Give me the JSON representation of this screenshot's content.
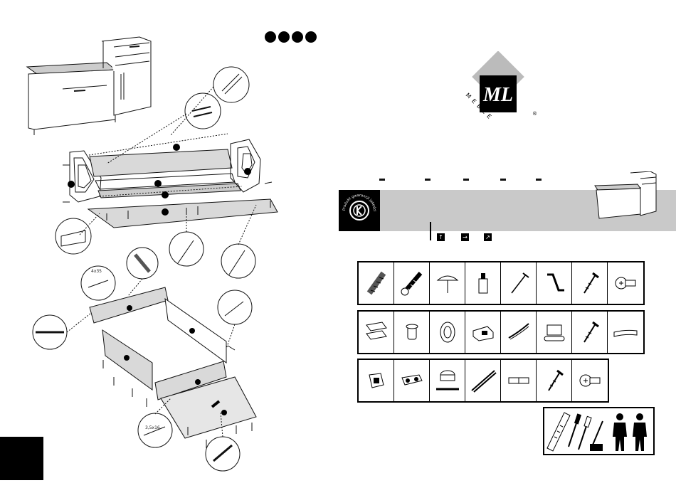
{
  "colors": {
    "black": "#000000",
    "grey_band": "#c9c9c9",
    "panel_grey": "#d9d9d9"
  },
  "logo": {
    "brand_letters": "ML",
    "brand_word": "MEBLE",
    "registered_mark": "®"
  },
  "quality_badge": {
    "ring_text": "Produkt gwarancji jakości"
  },
  "callouts": {
    "screw_4x35": "4x35",
    "screw_3_5x16": "3,5x16"
  },
  "arrow_keys": [
    "↑",
    "→",
    "↗"
  ],
  "hardware_rows": [
    [
      "wooden-dowel",
      "cam-bolt",
      "nail-cap",
      "glue-tube",
      "nail",
      "hex-key",
      "wood-screw",
      "euro-screw"
    ],
    [
      "dowel-holders",
      "cap",
      "grommet",
      "bracket",
      "spring-clip",
      "magnet-catch",
      "wood-screw",
      "edge-strip"
    ],
    [
      "shelf-support",
      "hinge",
      "cam-lock",
      "drawer-runner",
      "label-strip",
      "wood-screw",
      "euro-screw"
    ]
  ],
  "tools": [
    "ruler",
    "flathead-screwdriver",
    "phillips-screwdriver",
    "hammer",
    "person",
    "person"
  ]
}
